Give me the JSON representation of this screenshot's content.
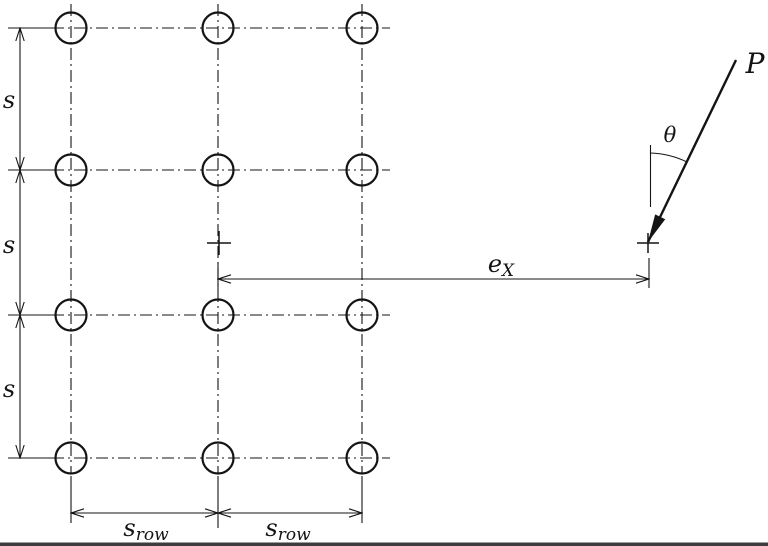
{
  "figure": {
    "description": "Bolt group with eccentric inclined load",
    "background": "#ffffff",
    "ink": "#141414",
    "bolt_grid": {
      "columns_x": [
        71,
        218,
        362
      ],
      "rows_y": [
        28,
        170,
        315,
        458
      ],
      "radius": 15.5,
      "num_columns": 3,
      "num_rows": 4
    },
    "labels": {
      "row_spacing_1": "s",
      "row_spacing_2": "s",
      "row_spacing_3": "s",
      "col_spacing_main": "s",
      "col_spacing_sub": "row",
      "eccentricity_main": "e",
      "eccentricity_sub": "X",
      "angle": "θ",
      "force": "P"
    }
  }
}
